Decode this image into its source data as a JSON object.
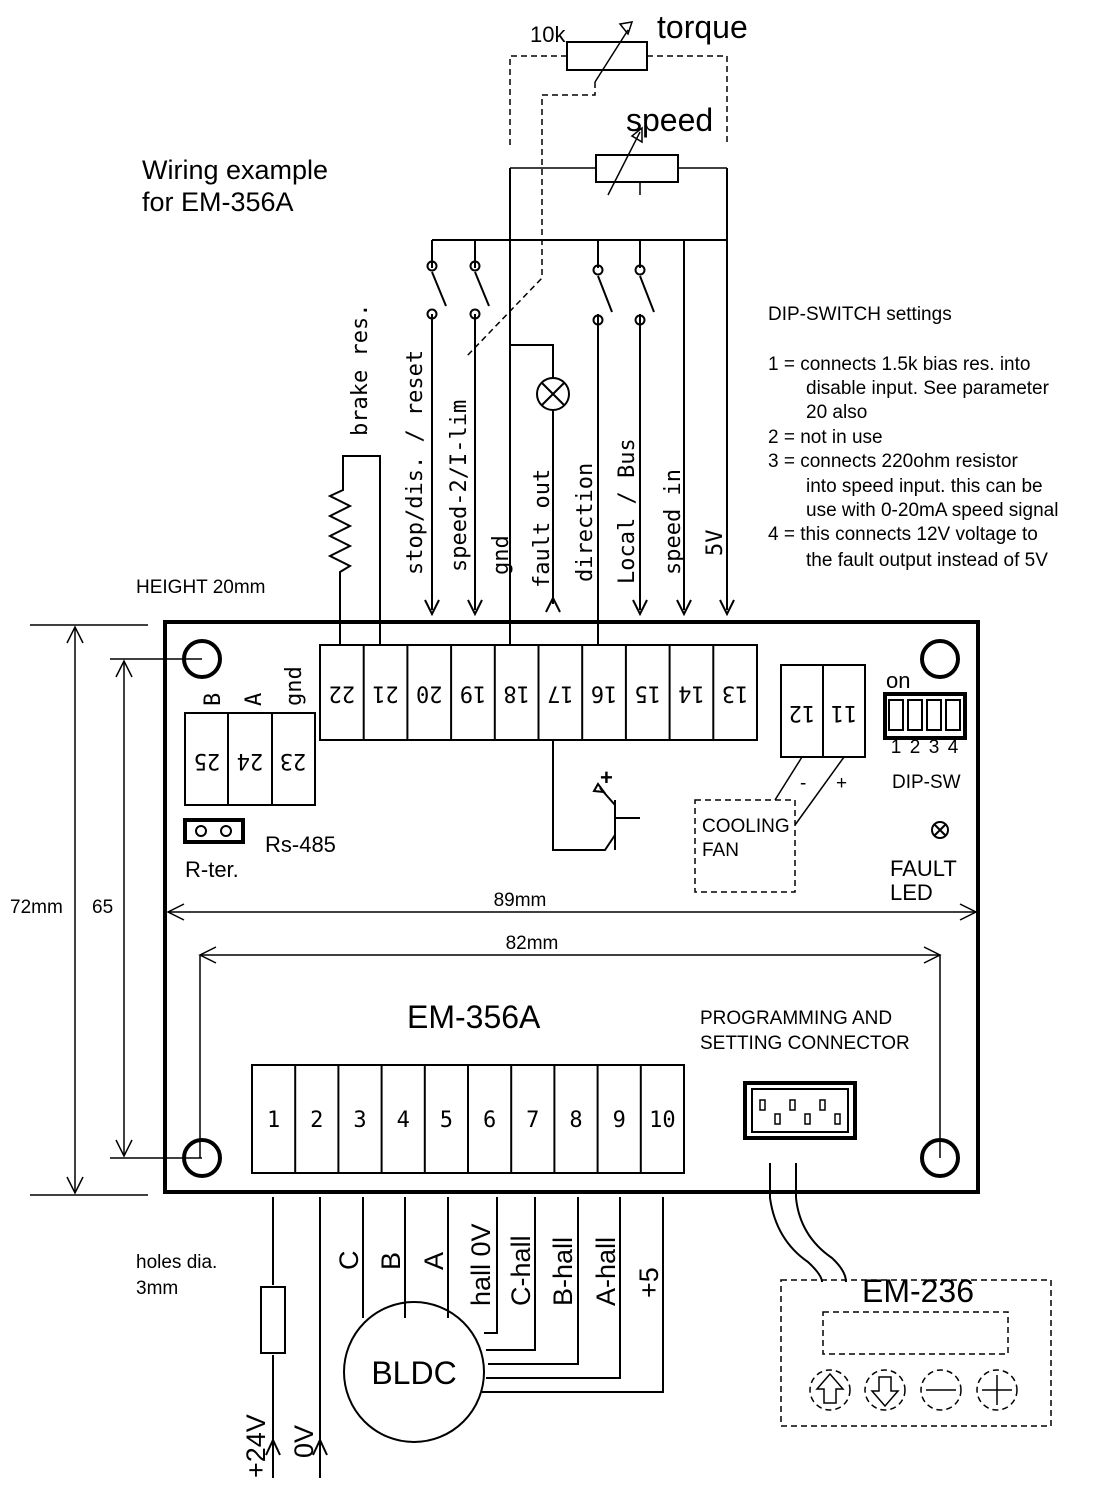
{
  "title": {
    "line1": "Wiring example",
    "line2": "for EM-356A"
  },
  "height_note": "HEIGHT 20mm",
  "pots": {
    "torque": {
      "value": "10k",
      "label": "torque"
    },
    "speed": {
      "label": "speed"
    }
  },
  "dip_settings": {
    "heading": "DIP-SWITCH settings",
    "lines": [
      "1 = connects 1.5k bias res. into",
      "disable input. See parameter",
      "20 also",
      "2 = not in use",
      "3 = connects 220ohm resistor",
      "into speed input. this can be",
      "use with 0-20mA speed signal",
      "4 = this connects 12V voltage to",
      "the fault output instead of  5V"
    ]
  },
  "top_signals": [
    "brake res.",
    "stop/dis. / reset",
    "speed-2/I-lim",
    "gnd",
    "fault out",
    "direction",
    "Local / Bus",
    "speed in",
    "5V"
  ],
  "top_terminals": [
    "22",
    "21",
    "20",
    "19",
    "18",
    "17",
    "16",
    "15",
    "14",
    "13"
  ],
  "rs485": {
    "labels": [
      "B",
      "A",
      "gnd"
    ],
    "terminals": [
      "25",
      "24",
      "23"
    ],
    "title": "Rs-485",
    "rter": "R-ter."
  },
  "fan": {
    "terminals": [
      "12",
      "11"
    ],
    "minus": "-",
    "plus": "+",
    "line1": "COOLING",
    "line2": "FAN"
  },
  "dip": {
    "on": "on",
    "numbers": [
      "1",
      "2",
      "3",
      "4"
    ],
    "label": "DIP-SW"
  },
  "fault_led": {
    "line1": "FAULT",
    "line2": "LED"
  },
  "dims": {
    "width_outer": "89mm",
    "width_holes": "82mm",
    "height_outer": "72mm",
    "height_holes": "65"
  },
  "board_name": "EM-356A",
  "prog": {
    "line1": "PROGRAMMING AND",
    "line2": "SETTING CONNECTOR"
  },
  "bottom_terminals": [
    "1",
    "2",
    "3",
    "4",
    "5",
    "6",
    "7",
    "8",
    "9",
    "10"
  ],
  "motor_signals": [
    "C",
    "B",
    "A",
    "hall 0V",
    "C-hall",
    "B-hall",
    "A-hall",
    "+5"
  ],
  "holes": {
    "line1": "holes dia.",
    "line2": "3mm"
  },
  "power": {
    "plus": "+24V",
    "zero": "0V"
  },
  "motor": "BLDC",
  "panel": "EM-236"
}
